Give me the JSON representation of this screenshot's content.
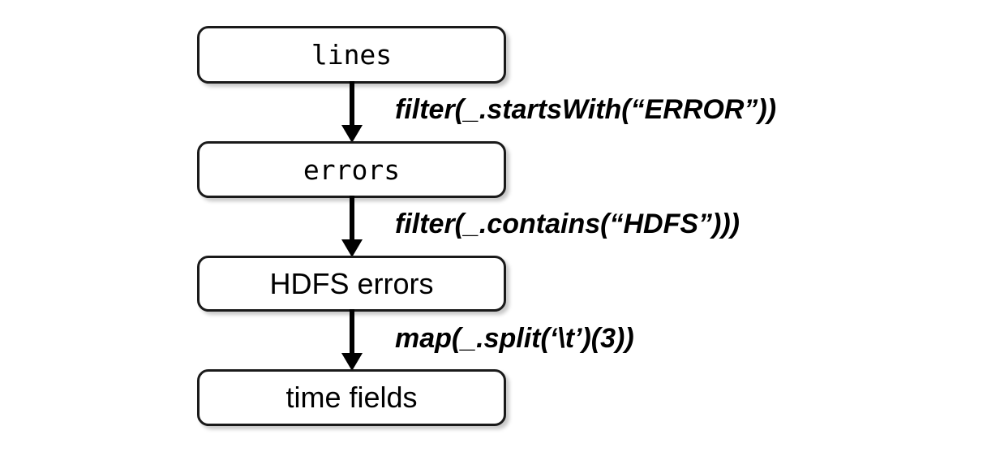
{
  "diagram": {
    "title": "RDD lineage transformation chain",
    "background_color": "#ffffff",
    "node_border_color": "#1a1a1a",
    "text_color": "#000000",
    "nodes": [
      {
        "id": "lines",
        "label": "lines",
        "font": "monospace"
      },
      {
        "id": "errors",
        "label": "errors",
        "font": "monospace"
      },
      {
        "id": "hdfs-errors",
        "label": "HDFS errors",
        "font": "sans-serif"
      },
      {
        "id": "time-fields",
        "label": "time fields",
        "font": "sans-serif"
      }
    ],
    "edges": [
      {
        "id": "edge-1",
        "from": "lines",
        "to": "errors",
        "label": "filter(_.startsWith(“ERROR”))"
      },
      {
        "id": "edge-2",
        "from": "errors",
        "to": "hdfs-errors",
        "label": "filter(_.contains(“HDFS”)))"
      },
      {
        "id": "edge-3",
        "from": "hdfs-errors",
        "to": "time-fields",
        "label": "map(_.split(‘\\t’)(3))"
      }
    ]
  }
}
